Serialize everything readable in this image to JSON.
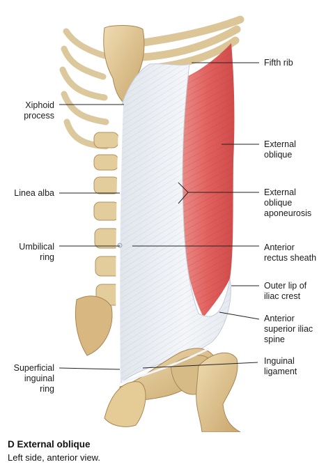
{
  "labels": {
    "xiphoid": "Xiphoid\nprocess",
    "linea_alba": "Linea alba",
    "umbilical": "Umbilical\nring",
    "superficial": "Superficial\ninguinal\nring",
    "fifth_rib": "Fifth rib",
    "ext_oblique": "External\noblique",
    "ext_oblique_apo": "External\noblique\naponeurosis",
    "ant_rectus": "Anterior\nrectus sheath",
    "outer_lip": "Outer lip of\niliac crest",
    "asis": "Anterior\nsuperior iliac\nspine",
    "inguinal_lig": "Inguinal\nligament"
  },
  "caption": {
    "title": "D  External oblique",
    "subtitle": "Left side, anterior view."
  }
}
